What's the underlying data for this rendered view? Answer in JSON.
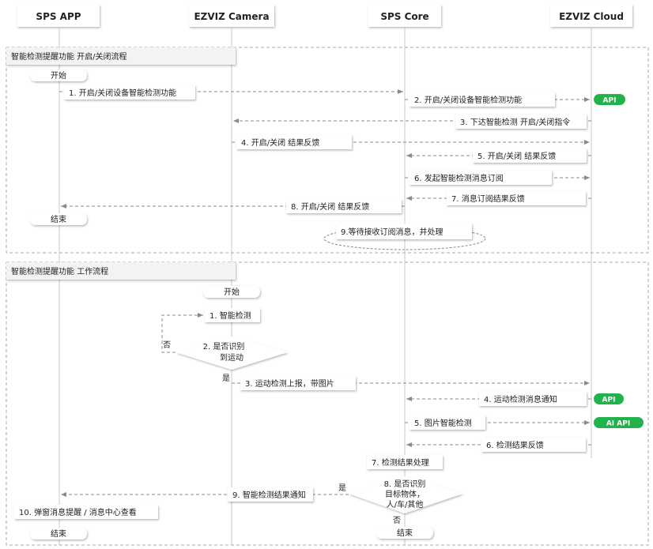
{
  "participants": {
    "app": "SPS APP",
    "camera": "EZVIZ Camera",
    "core": "SPS Core",
    "cloud": "EZVIZ Cloud"
  },
  "flow1": {
    "title": "智能检测提醒功能 开启/关闭流程",
    "start": "开始",
    "end": "结束",
    "steps": {
      "s1": "1. 开启/关闭设备智能检测功能",
      "s2": "2. 开启/关闭设备智能检测功能",
      "s3": "3. 下达智能检测 开启/关闭指令",
      "s4": "4. 开启/关闭 结果反馈",
      "s5": "5. 开启/关闭 结果反馈",
      "s6": "6. 发起智能检测消息订阅",
      "s7": "7. 消息订阅结果反馈",
      "s8": "8. 开启/关闭 结果反馈",
      "s9": "9.等待接收订阅消息，并处理"
    },
    "api": "API"
  },
  "flow2": {
    "title": "智能检测提醒功能 工作流程",
    "start": "开始",
    "end_app": "结束",
    "end_core": "结束",
    "steps": {
      "s1": "1. 智能检测",
      "s2_line1": "2. 是否识别",
      "s2_line2": "到运动",
      "no": "否",
      "yes": "是",
      "s3": "3. 运动检测上报，带图片",
      "s4": "4. 运动检测消息通知",
      "api": "API",
      "s5": "5. 图片智能检测",
      "ai_api": "AI API",
      "s6": "6. 检测结果反馈",
      "s7": "7. 检测结果处理",
      "s8_line1": "8. 是否识别",
      "s8_line2": "目标物体，",
      "s8_line3": "人/车/其他",
      "yes2": "是",
      "no2": "否",
      "s9": "9. 智能检测结果通知",
      "s10": "10. 弹窗消息提醒 / 消息中心查看"
    }
  },
  "colors": {
    "accent": "#22b24c"
  }
}
